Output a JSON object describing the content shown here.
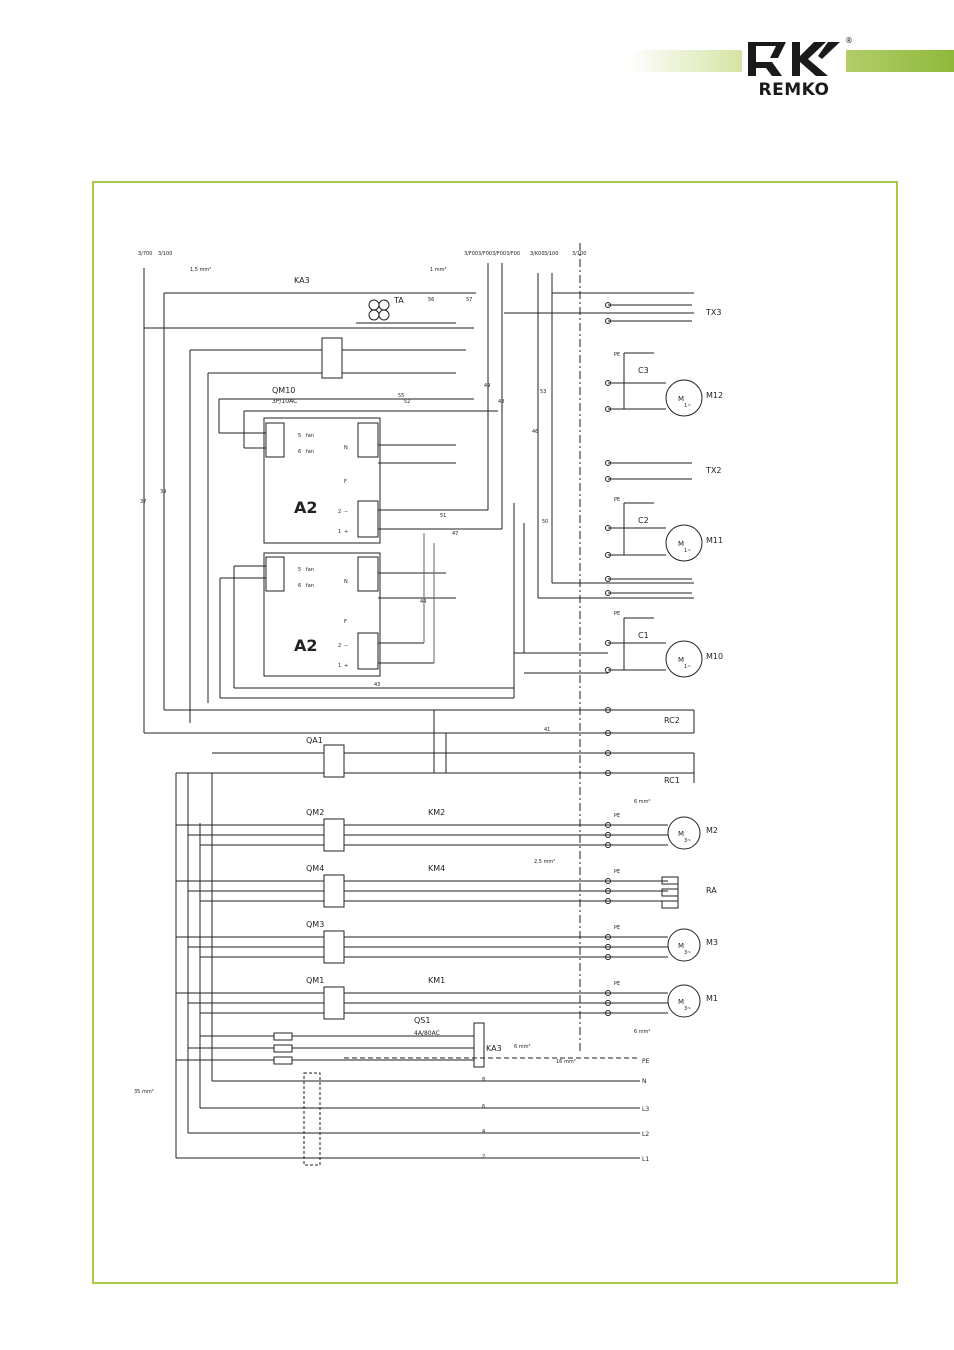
{
  "brand": {
    "name": "REMKO",
    "registered": "®",
    "accent_color": "#a8c84a",
    "dark_color": "#1a1a1a"
  },
  "schematic": {
    "modules": [
      "A2",
      "A2"
    ],
    "devices": {
      "main_switch": "QS1",
      "main_switch_rating": "4A/80AC",
      "transformer": "TA",
      "relay": "KA3",
      "heater_breaker": "QA1",
      "control_breaker": "QM10",
      "control_breaker_rating": "3P/10AC",
      "breakers": [
        "QM2",
        "QM4",
        "QM3",
        "QM1"
      ],
      "contactors": [
        "KM2",
        "KM4",
        "KM1"
      ],
      "heater_resistors": [
        "RC2",
        "RC1"
      ],
      "heater_bank": "RA",
      "motors_3ph": [
        "M2",
        "M3",
        "M1"
      ],
      "motors_1ph": [
        "M12",
        "M11",
        "M10"
      ],
      "capacitors": [
        "C3",
        "C2",
        "C1"
      ],
      "thermal_contacts": [
        "TX3",
        "TX2"
      ]
    },
    "terminals_top": [
      "3/700",
      "3/100",
      "3/F00",
      "3/F00",
      "3/F00",
      "3/F00",
      "3/K00",
      "3/100",
      "3/100"
    ],
    "cross_sections": [
      "1,5 mm²",
      "1 mm²",
      "2,5 mm²",
      "6 mm²",
      "6 mm²",
      "6 mm²",
      "16 mm²",
      "35 mm²"
    ],
    "supply": [
      "L1",
      "L2",
      "L3",
      "N",
      "PE"
    ],
    "wire_numbers": [
      "2",
      "4",
      "6",
      "8",
      "37",
      "39",
      "41",
      "43",
      "44",
      "46",
      "47",
      "48",
      "49",
      "50",
      "51",
      "52",
      "53",
      "55",
      "56",
      "57"
    ],
    "module_labels": {
      "plus": "+",
      "minus": "−",
      "one": "1",
      "two": "2",
      "f": "F",
      "n": "N",
      "five": "5",
      "six": "6",
      "fan": "fan"
    },
    "motor_symbol": "M",
    "motor_phase_3": "3~",
    "motor_phase_1": "1~",
    "pe": "PE"
  }
}
